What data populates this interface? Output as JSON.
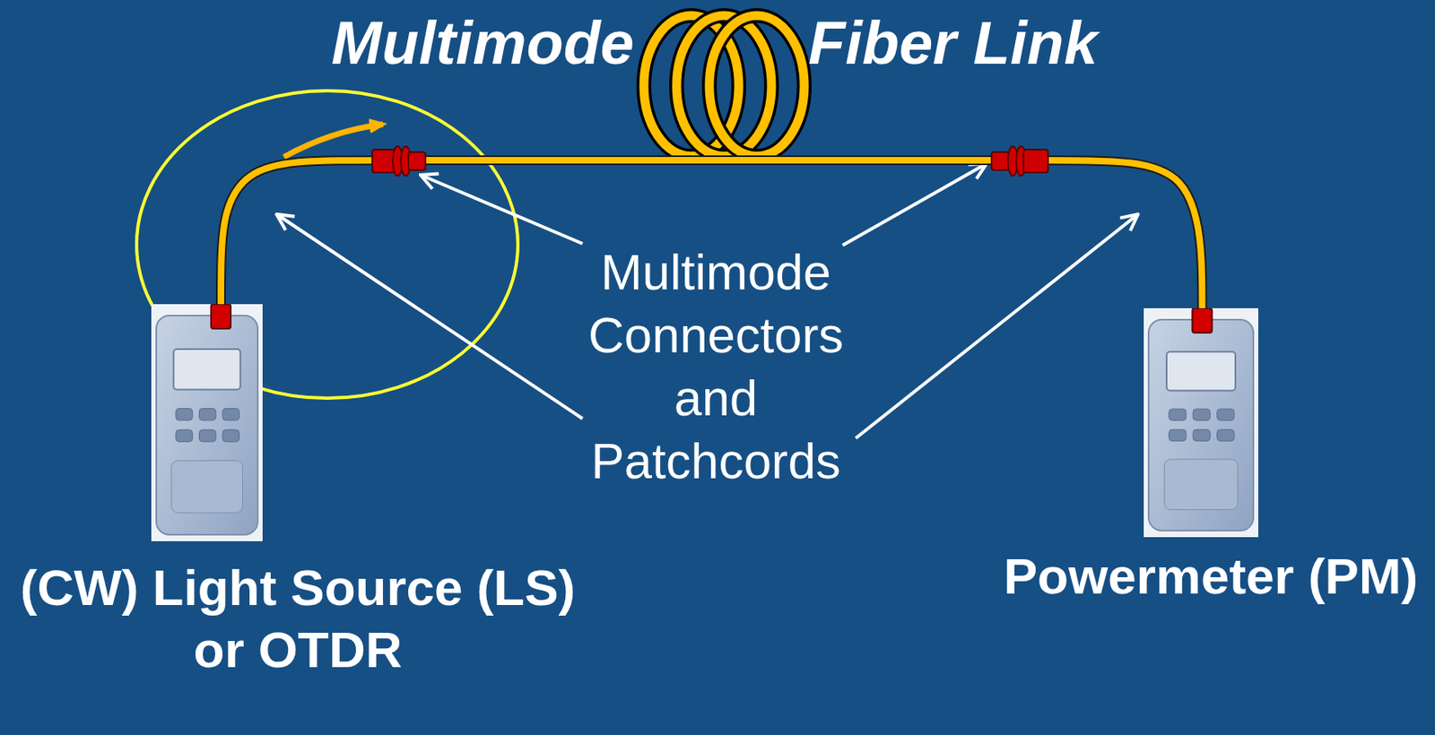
{
  "diagram": {
    "nodes": [
      {
        "text": [
          "(CW) Light Source (LS) or OTDR"
        ]
      },
      {
        "text": [
          "Powermeter (PM)"
        ]
      }
    ],
    "edges": [
      {
        "from": 0,
        "to": 1,
        "arrow": "none"
      }
    ],
    "labels": [
      "Multimode",
      "Fiber Link",
      "Multimode Connectors and Patchcords"
    ]
  }
}
